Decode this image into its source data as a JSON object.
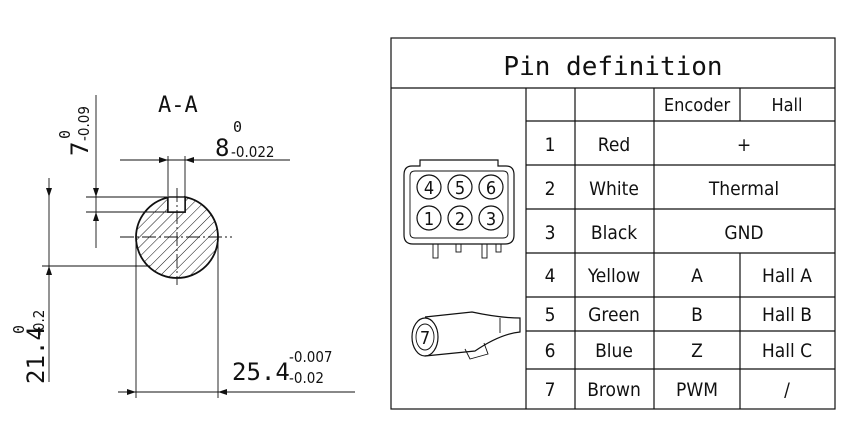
{
  "section_label": "A-A",
  "dimensions": {
    "height_small": {
      "nominal": "7",
      "upper": "0",
      "lower": "-0.09"
    },
    "key_width": {
      "nominal": "8",
      "upper": "0",
      "lower": "-0.022"
    },
    "shaft_depth": {
      "nominal": "21.4",
      "upper": "0",
      "lower": "-0.2"
    },
    "shaft_diameter": {
      "nominal": "25.4",
      "upper": "-0.007",
      "lower": "-0.02"
    }
  },
  "table": {
    "title": "Pin definition",
    "headers": [
      "",
      "",
      "Encoder",
      "Hall"
    ],
    "rows": [
      {
        "pin": "1",
        "color": "Red",
        "encoder": "+",
        "hall": "",
        "merged": true
      },
      {
        "pin": "2",
        "color": "White",
        "encoder": "Thermal",
        "hall": "",
        "merged": true
      },
      {
        "pin": "3",
        "color": "Black",
        "encoder": "GND",
        "hall": "",
        "merged": true
      },
      {
        "pin": "4",
        "color": "Yellow",
        "encoder": "A",
        "hall": "Hall A",
        "merged": false
      },
      {
        "pin": "5",
        "color": "Green",
        "encoder": "B",
        "hall": "Hall B",
        "merged": false
      },
      {
        "pin": "6",
        "color": "Blue",
        "encoder": "Z",
        "hall": "Hall C",
        "merged": false
      },
      {
        "pin": "7",
        "color": "Brown",
        "encoder": "PWM",
        "hall": "/",
        "merged": false
      }
    ]
  },
  "connector_6pin": {
    "top_row": [
      "4",
      "5",
      "6"
    ],
    "bottom_row": [
      "1",
      "2",
      "3"
    ]
  },
  "connector_single": {
    "label": "7"
  }
}
